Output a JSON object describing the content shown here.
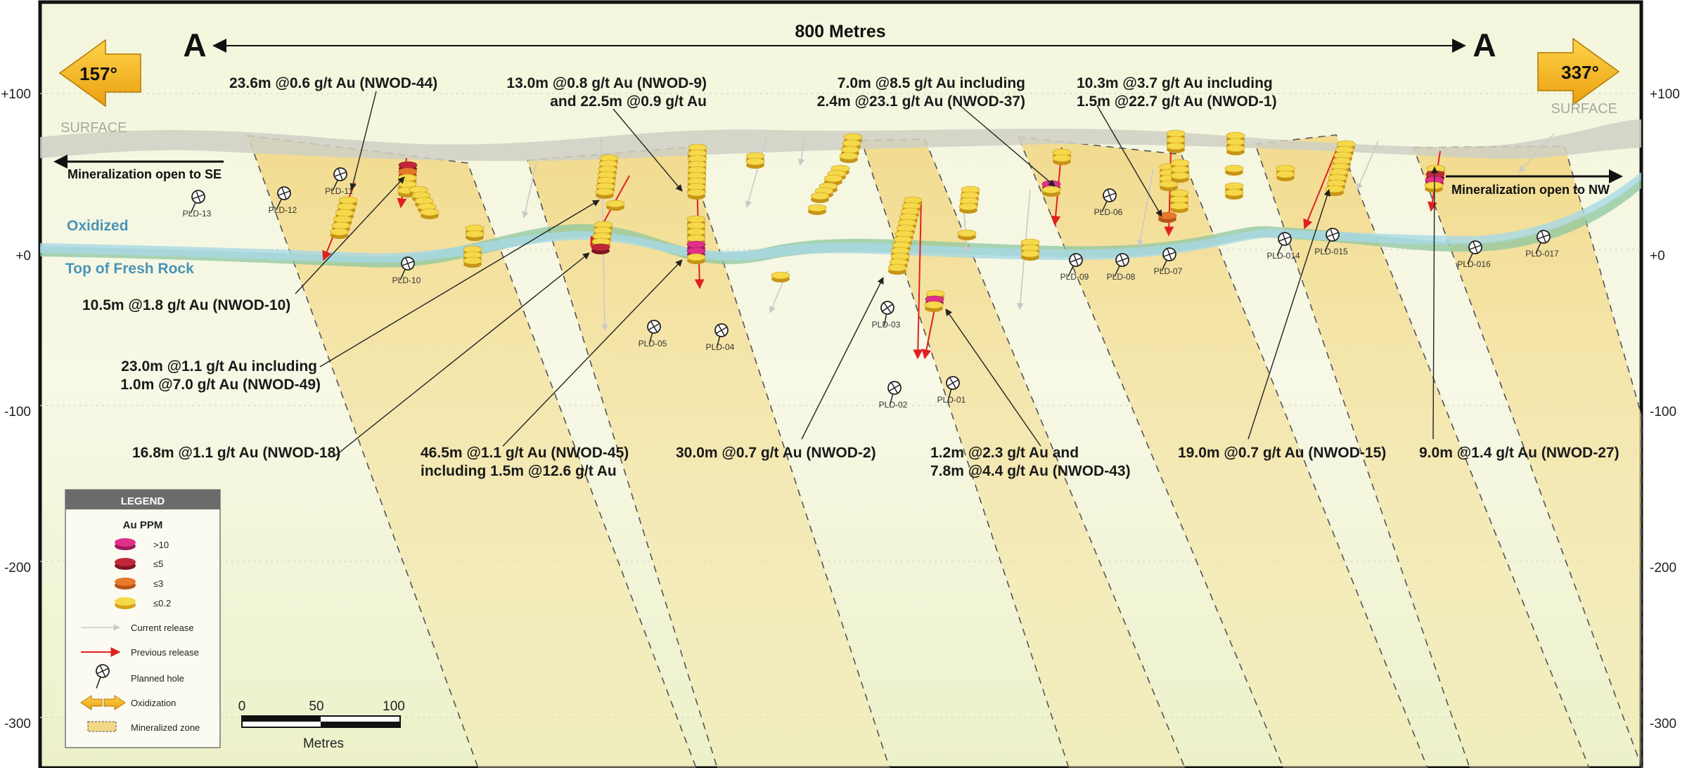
{
  "section": {
    "distance_label": "800 Metres",
    "section_end_left": "A",
    "section_end_right": "A",
    "bearing_left": "157°",
    "bearing_right": "337°",
    "surface_left": "SURFACE",
    "surface_right": "SURFACE",
    "mineralization_open_se": "Mineralization open to SE",
    "mineralization_open_nw": "Mineralization open to NW",
    "oxidized_label": "Oxidized",
    "fresh_rock_label": "Top of Fresh Rock"
  },
  "elevation_labels": [
    "+100",
    "+0",
    "-100",
    "-200",
    "-300"
  ],
  "annotations": [
    {
      "line1": "23.6m @0.6 g/t Au (NWOD-44)",
      "line2": ""
    },
    {
      "line1": "13.0m @0.8 g/t Au (NWOD-9)",
      "line2": "and 22.5m @0.9 g/t Au"
    },
    {
      "line1": "7.0m @8.5 g/t Au including",
      "line2": "2.4m @23.1 g/t Au (NWOD-37)"
    },
    {
      "line1": "10.3m @3.7 g/t Au including",
      "line2": "1.5m @22.7 g/t Au (NWOD-1)"
    },
    {
      "line1": "10.5m @1.8 g/t Au (NWOD-10)",
      "line2": ""
    },
    {
      "line1": "23.0m @1.1 g/t Au including",
      "line2": "1.0m @7.0 g/t Au (NWOD-49)"
    },
    {
      "line1": "16.8m @1.1 g/t Au (NWOD-18)",
      "line2": ""
    },
    {
      "line1": "46.5m @1.1 g/t Au (NWOD-45)",
      "line2": "including 1.5m @12.6 g/t Au"
    },
    {
      "line1": "30.0m @0.7 g/t Au (NWOD-2)",
      "line2": ""
    },
    {
      "line1": "1.2m @2.3 g/t Au and",
      "line2": "7.8m @4.4 g/t Au  (NWOD-43)"
    },
    {
      "line1": "19.0m @0.7 g/t Au (NWOD-15)",
      "line2": ""
    },
    {
      "line1": "9.0m @1.4 g/t Au (NWOD-27)",
      "line2": ""
    }
  ],
  "planned_holes": [
    "PLD-13",
    "PLD-12",
    "PLD-11",
    "PLD-10",
    "PLD-05",
    "PLD-04",
    "PLD-03",
    "PLD-02",
    "PLD-01",
    "PLD-06",
    "PLD-09",
    "PLD-08",
    "PLD-07",
    "PLD-014",
    "PLD-015",
    "PLD-016",
    "PLD-017"
  ],
  "legend": {
    "title": "LEGEND",
    "subtitle": "Au PPM",
    "grades": [
      ">10",
      "≤5",
      "≤3",
      "≤0.2"
    ],
    "grade_colors": [
      "#e0308a",
      "#c0283a",
      "#e8782a",
      "#f5d94a"
    ],
    "current_release": "Current release",
    "previous_release": "Previous release",
    "planned_hole": "Planned hole",
    "oxidization": "Oxidization",
    "mineralized_zone": "Mineralized zone"
  },
  "scale_bar": {
    "ticks": [
      "0",
      "50",
      "100"
    ],
    "unit": "Metres"
  },
  "colors": {
    "arrow_gold": "#f2b31c",
    "zone": "#f4dc8a",
    "oxidized_band": "#8ec7a0",
    "fresh_rock_band": "#a7d8e6",
    "previous_release": "#e02020"
  }
}
